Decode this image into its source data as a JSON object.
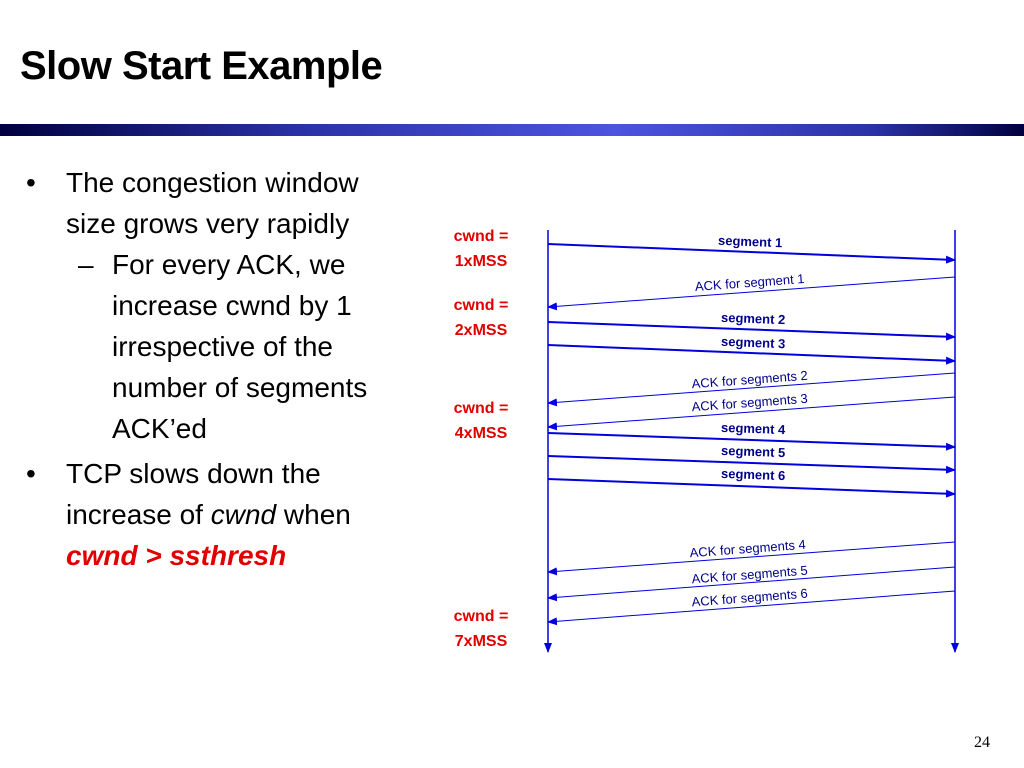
{
  "slide": {
    "title": "Slow Start Example",
    "page_number": "24",
    "accent_color": "#2b33a8",
    "text_color": "#000000",
    "highlight_color": "#e00000"
  },
  "bullets": {
    "b1": "The congestion window size grows very rapidly",
    "b1_sub": "For every ACK, we increase cwnd by 1 irrespective of the number of segments ACK’ed",
    "b2_prefix": "TCP slows down the increase of",
    "b2_italic": "cwnd",
    "b2_suffix": "when",
    "b2_condition": "cwnd > ssthresh",
    "bullet_symbol": "•",
    "dash_symbol": "–"
  },
  "diagram": {
    "arrow_color": "#0000dd",
    "label_color": "#00008b",
    "cwnd_color": "#e00000",
    "cwnd_labels": [
      {
        "line1": "cwnd =",
        "line2": "1xMSS"
      },
      {
        "line1": "cwnd =",
        "line2": "2xMSS"
      },
      {
        "line1": "cwnd =",
        "line2": "4xMSS"
      },
      {
        "line1": "cwnd =",
        "line2": "7xMSS"
      }
    ],
    "messages": [
      {
        "label": "segment 1",
        "dir": "right"
      },
      {
        "label": "ACK for segment 1",
        "dir": "left"
      },
      {
        "label": "segment 2",
        "dir": "right"
      },
      {
        "label": "segment 3",
        "dir": "right"
      },
      {
        "label": "ACK for segments 2",
        "dir": "left"
      },
      {
        "label": "ACK for segments 3",
        "dir": "left"
      },
      {
        "label": "segment 4",
        "dir": "right"
      },
      {
        "label": "segment 5",
        "dir": "right"
      },
      {
        "label": "segment 6",
        "dir": "right"
      },
      {
        "label": "ACK for segments 4",
        "dir": "left"
      },
      {
        "label": "ACK for segments 5",
        "dir": "left"
      },
      {
        "label": "ACK for segments 6",
        "dir": "left"
      }
    ]
  }
}
